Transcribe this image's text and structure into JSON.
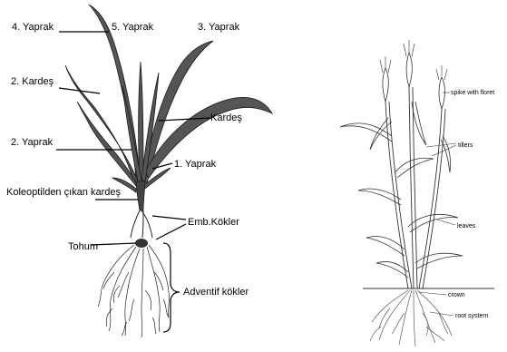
{
  "left_diagram": {
    "labels": {
      "leaf4": "4. Yaprak",
      "leaf5": "5. Yaprak",
      "leaf3": "3. Yaprak",
      "tiller2": "2. Kardeş",
      "tiller": "Kardeş",
      "leaf2": "2. Yaprak",
      "leaf1": "1. Yaprak",
      "coleoptile_tiller": "Koleoptilden çıkan kardeş",
      "emb_roots": "Emb.Kökler",
      "seed": "Tohum",
      "adventitious_roots": "Adventif kökler"
    },
    "colors": {
      "leaf_fill": "#555555",
      "leaf_stroke": "#1a1a1a",
      "root": "#222222"
    }
  },
  "right_diagram": {
    "labels": {
      "spike": "spike with floret",
      "tillers": "tillers",
      "leaves": "leaves",
      "crown": "crown",
      "root_system": "root system"
    },
    "colors": {
      "line": "#333333"
    }
  }
}
